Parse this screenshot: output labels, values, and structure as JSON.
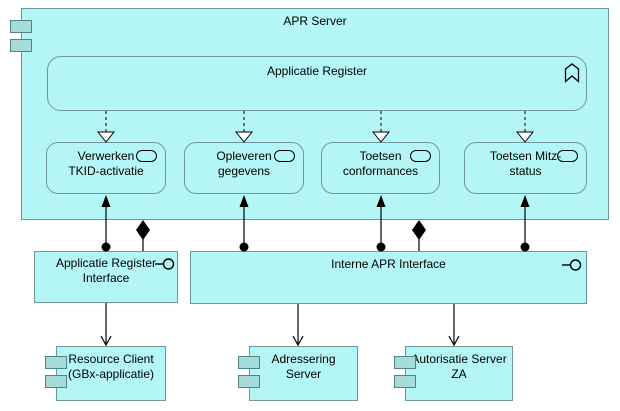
{
  "diagram": {
    "type": "archimate-application-view",
    "colors": {
      "node_fill": "#b4f5f5",
      "node_border": "#6f9999",
      "tab_fill": "#a6dcdc",
      "tab_border": "#4e8585",
      "connector": "#000000",
      "background": "#ffffff"
    },
    "nodes": {
      "apr_server": {
        "label": "APR Server",
        "type": "application-component"
      },
      "applicatie_register": {
        "label": "Applicatie Register",
        "type": "application-function"
      },
      "services": [
        {
          "lines": [
            "Verwerken",
            "TKID-activatie"
          ],
          "type": "application-service"
        },
        {
          "lines": [
            "Opleveren",
            "gegevens"
          ],
          "type": "application-service"
        },
        {
          "lines": [
            "Toetsen",
            "conformances"
          ],
          "type": "application-service"
        },
        {
          "lines": [
            "Toetsen Mitz-",
            "status"
          ],
          "type": "application-service"
        }
      ],
      "interfaces": [
        {
          "lines": [
            "Applicatie Register",
            "Interface"
          ],
          "type": "application-interface"
        },
        {
          "label": "Interne APR Interface",
          "type": "application-interface"
        }
      ],
      "components": [
        {
          "lines": [
            "Resource Client",
            "(GBx-applicatie)"
          ],
          "type": "application-component"
        },
        {
          "lines": [
            "Adressering",
            "Server"
          ],
          "type": "application-component"
        },
        {
          "lines": [
            "Autorisatie Server",
            "ZA"
          ],
          "type": "application-component"
        }
      ]
    },
    "relationships": [
      {
        "type": "realization",
        "from": "Applicatie Register",
        "to": "Verwerken TKID-activatie"
      },
      {
        "type": "realization",
        "from": "Applicatie Register",
        "to": "Opleveren gegevens"
      },
      {
        "type": "realization",
        "from": "Applicatie Register",
        "to": "Toetsen conformances"
      },
      {
        "type": "realization",
        "from": "Applicatie Register",
        "to": "Toetsen Mitz-status"
      },
      {
        "type": "assignment",
        "from": "Applicatie Register Interface",
        "to": "Verwerken TKID-activatie"
      },
      {
        "type": "assignment",
        "from": "Interne APR Interface",
        "to": "Opleveren gegevens"
      },
      {
        "type": "assignment",
        "from": "Interne APR Interface",
        "to": "Toetsen conformances"
      },
      {
        "type": "assignment",
        "from": "Interne APR Interface",
        "to": "Toetsen Mitz-status"
      },
      {
        "type": "composition",
        "from": "APR Server",
        "to": "Applicatie Register Interface"
      },
      {
        "type": "composition",
        "from": "APR Server",
        "to": "Interne APR Interface"
      },
      {
        "type": "serving",
        "from": "Applicatie Register Interface",
        "to": "Resource Client (GBx-applicatie)"
      },
      {
        "type": "serving",
        "from": "Interne APR Interface",
        "to": "Adressering Server"
      },
      {
        "type": "serving",
        "from": "Interne APR Interface",
        "to": "Autorisatie Server ZA"
      }
    ]
  }
}
